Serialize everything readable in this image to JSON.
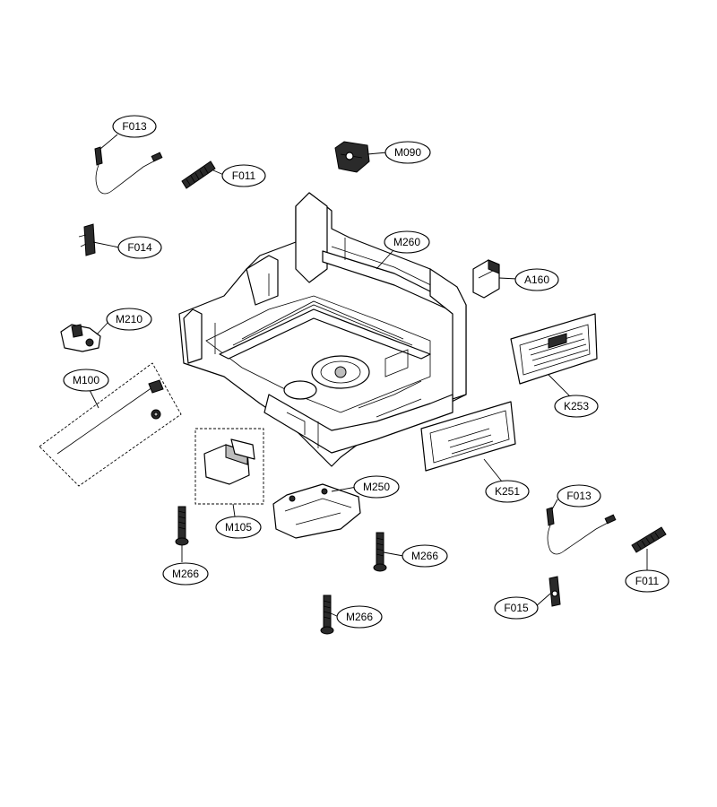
{
  "labels": {
    "f013_top": "F013",
    "f011_top": "F011",
    "m090": "M090",
    "f014": "F014",
    "m260": "M260",
    "a160": "A160",
    "m210": "M210",
    "m100": "M100",
    "k253": "K253",
    "m250": "M250",
    "k251": "K251",
    "f013_bottom": "F013",
    "m105": "M105",
    "m266_left": "M266",
    "m266_mid": "M266",
    "f011_bottom": "F011",
    "f015": "F015",
    "m266_bottom": "M266"
  }
}
